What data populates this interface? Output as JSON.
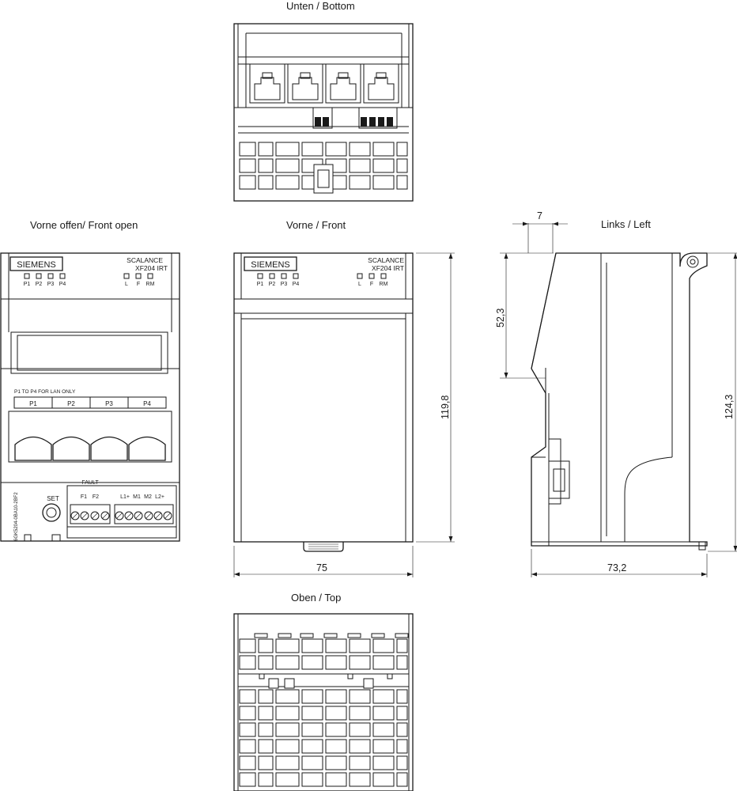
{
  "views": {
    "bottom": "Unten / Bottom",
    "front_open": "Vorne offen/ Front open",
    "front": "Vorne / Front",
    "left": "Links / Left",
    "top": "Oben / Top"
  },
  "dimensions": {
    "front_height": "119,8",
    "front_width": "75",
    "left_offset": "7",
    "left_upper": "52,3",
    "left_height": "124,3",
    "left_depth": "73,2"
  },
  "device": {
    "brand": "SIEMENS",
    "model_line1": "SCALANCE",
    "model_line2": "XF204 IRT",
    "port_leds": [
      "P1",
      "P2",
      "P3",
      "P4"
    ],
    "status_leds": [
      "L",
      "F",
      "RM"
    ],
    "lan_note": "P1 TO P4 FOR LAN ONLY",
    "ports": [
      "P1",
      "P2",
      "P3",
      "P4"
    ],
    "set_label": "SET",
    "fault_label": "FAULT",
    "terminal_labels": [
      "F1",
      "F2",
      "L1+",
      "M1",
      "M2",
      "L2+"
    ],
    "order_number": "6GK5204-0BA10-2BF2"
  }
}
